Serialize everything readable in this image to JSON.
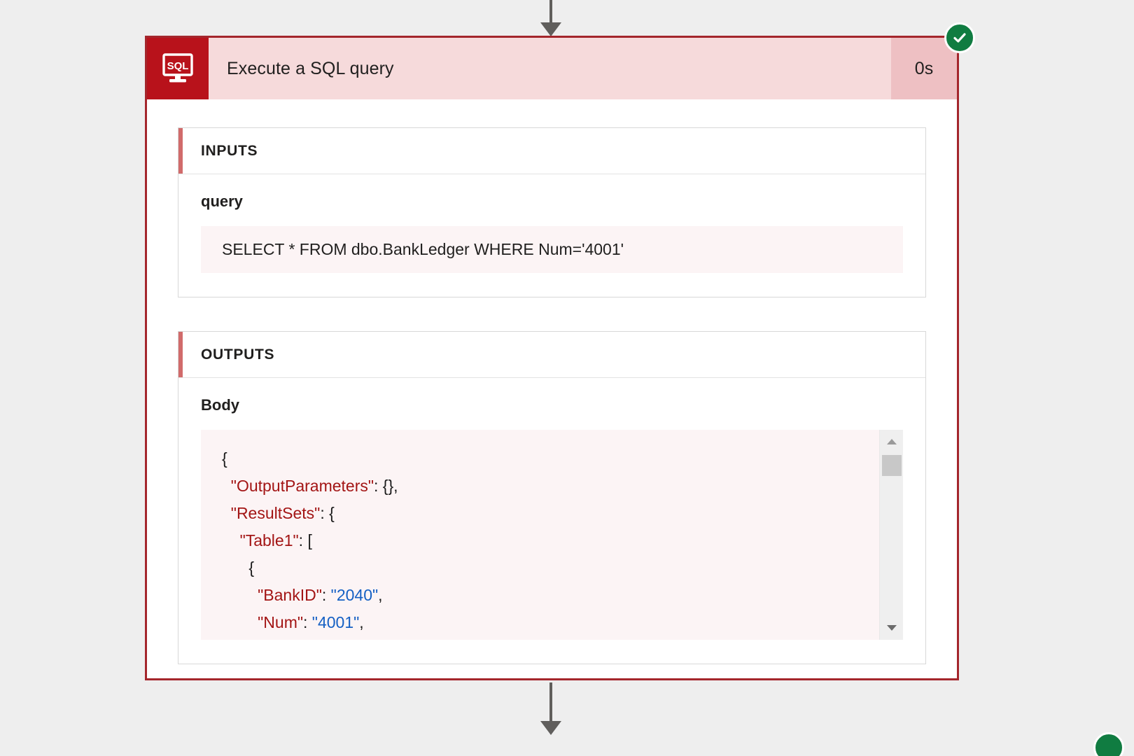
{
  "card": {
    "icon_name": "sql-monitor-icon",
    "icon_label": "SQL",
    "title": "Execute a SQL query",
    "duration": "0s",
    "status": "succeeded",
    "status_icon": "check-circle-icon",
    "accent_color": "#a4262c",
    "header_bg": "#f6dadb",
    "icon_bg": "#b8121b",
    "duration_bg": "#eec0c3",
    "status_color": "#107c41"
  },
  "inputs": {
    "section_title": "INPUTS",
    "field_label": "query",
    "query_text": "SELECT * FROM dbo.BankLedger WHERE Num='4001'"
  },
  "outputs": {
    "section_title": "OUTPUTS",
    "field_label": "Body",
    "json_lines": [
      {
        "indent": 0,
        "tokens": [
          {
            "t": "p",
            "v": "{"
          }
        ]
      },
      {
        "indent": 1,
        "tokens": [
          {
            "t": "k",
            "v": "\"OutputParameters\""
          },
          {
            "t": "p",
            "v": ": {},"
          }
        ]
      },
      {
        "indent": 1,
        "tokens": [
          {
            "t": "k",
            "v": "\"ResultSets\""
          },
          {
            "t": "p",
            "v": ": {"
          }
        ]
      },
      {
        "indent": 2,
        "tokens": [
          {
            "t": "k",
            "v": "\"Table1\""
          },
          {
            "t": "p",
            "v": ": ["
          }
        ]
      },
      {
        "indent": 3,
        "tokens": [
          {
            "t": "p",
            "v": "{"
          }
        ]
      },
      {
        "indent": 4,
        "tokens": [
          {
            "t": "k",
            "v": "\"BankID\""
          },
          {
            "t": "p",
            "v": ": "
          },
          {
            "t": "s",
            "v": "\"2040\""
          },
          {
            "t": "p",
            "v": ","
          }
        ]
      },
      {
        "indent": 4,
        "tokens": [
          {
            "t": "k",
            "v": "\"Num\""
          },
          {
            "t": "p",
            "v": ": "
          },
          {
            "t": "s",
            "v": "\"4001\""
          },
          {
            "t": "p",
            "v": ","
          }
        ]
      }
    ],
    "scrollbar": {
      "up_arrow": "chevron-up-icon",
      "down_arrow": "chevron-down-icon",
      "thumb": "scroll-thumb"
    }
  },
  "connectors": {
    "top_arrow": "flow-arrow-down-top",
    "bottom_arrow": "flow-arrow-down-bottom",
    "color": "#605e5c"
  }
}
